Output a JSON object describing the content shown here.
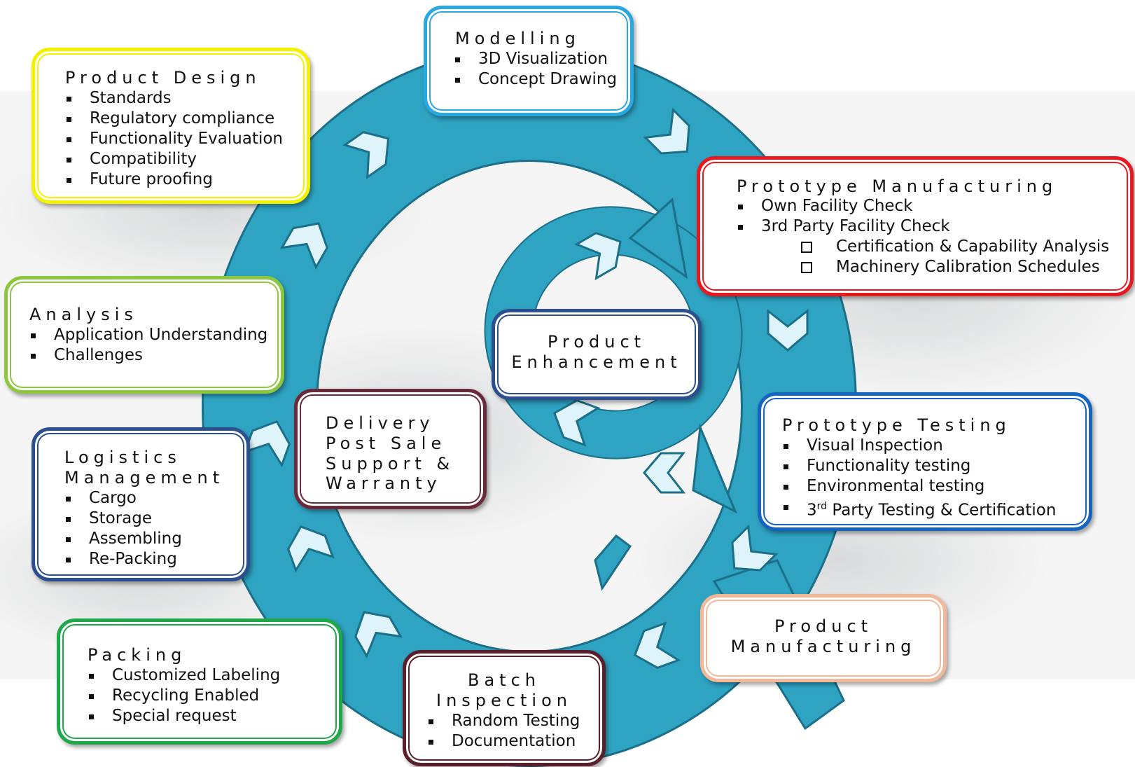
{
  "colors": {
    "ring": "#2ea3c2",
    "ring_dark": "#1c6f88",
    "arrow_fill": "#dff4fa",
    "modelling": "#29a8e0",
    "product_design": "#f2f200",
    "prototype_manufacturing": "#e8181f",
    "analysis": "#8dc63f",
    "product_enhancement": "#2c4f8e",
    "delivery": "#6b2a3a",
    "prototype_testing": "#1565c0",
    "logistics": "#2c4f8e",
    "product_manufacturing": "#f2b89a",
    "packing": "#1fa84a",
    "batch_inspection": "#5a1f2a"
  },
  "modelling": {
    "title": "Modelling",
    "items": [
      "3D Visualization",
      "Concept Drawing"
    ]
  },
  "product_design": {
    "title": "Product Design",
    "items": [
      "Standards",
      "Regulatory compliance",
      "Functionality Evaluation",
      "Compatibility",
      "Future proofing"
    ]
  },
  "prototype_manufacturing": {
    "title": "Prototype Manufacturing",
    "items": [
      "Own Facility  Check",
      "3rd Party Facility Check"
    ],
    "sub_items": [
      "Certification & Capability Analysis",
      "Machinery Calibration Schedules"
    ]
  },
  "analysis": {
    "title": "Analysis",
    "items": [
      "Application Understanding",
      "Challenges"
    ]
  },
  "product_enhancement": {
    "title_line1": "Product",
    "title_line2": "Enhancement"
  },
  "delivery": {
    "title_lines": [
      "Delivery",
      "Post Sale",
      "Support &",
      "Warranty"
    ]
  },
  "prototype_testing": {
    "title": "Prototype Testing",
    "items": [
      "Visual Inspection",
      "Functionality testing",
      "Environmental testing"
    ],
    "item4_prefix": "3",
    "item4_sup": "rd",
    "item4_rest": " Party Testing & Certification"
  },
  "logistics": {
    "title_line1": "Logistics",
    "title_line2": "Management",
    "items": [
      "Cargo",
      "Storage",
      "Assembling",
      "Re-Packing"
    ]
  },
  "product_manufacturing": {
    "title_line1": "Product",
    "title_line2": "Manufacturing"
  },
  "packing": {
    "title": "Packing",
    "items": [
      "Customized Labeling",
      "Recycling Enabled",
      "Special request"
    ]
  },
  "batch_inspection": {
    "title_line1": "Batch",
    "title_line2": "Inspection",
    "items": [
      "Random Testing",
      "Documentation"
    ]
  }
}
